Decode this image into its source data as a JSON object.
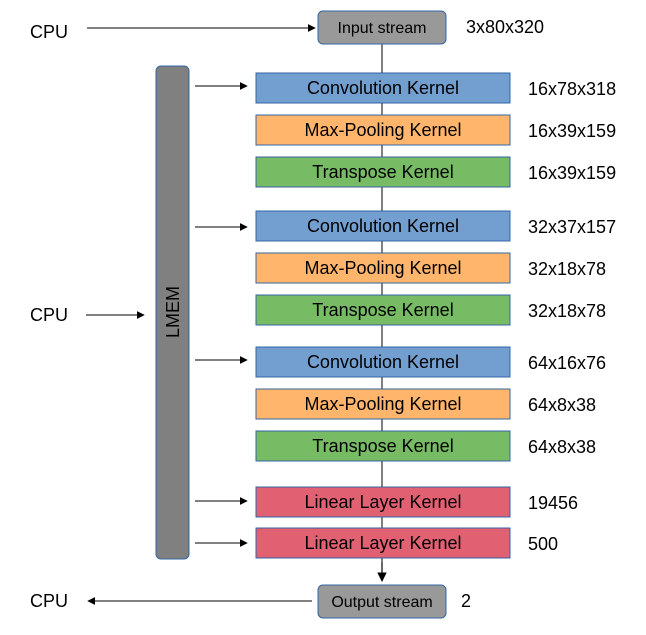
{
  "colors": {
    "convolution": "#729fcf",
    "max_pooling": "#ffb66c",
    "transpose": "#77bc65",
    "linear": "#e16173",
    "stream": "#999999",
    "lmem": "#808080",
    "border": "#3465a4",
    "line": "#000000"
  },
  "cpu_labels": {
    "input": "CPU",
    "lmem": "CPU",
    "output": "CPU"
  },
  "lmem_label": "LMEM",
  "input_stream": {
    "label": "Input stream",
    "dims": "3x80x320"
  },
  "kernels": [
    {
      "label": "Convolution Kernel",
      "dims": "16x78x318",
      "type": "convolution"
    },
    {
      "label": "Max-Pooling Kernel",
      "dims": "16x39x159",
      "type": "max_pooling"
    },
    {
      "label": "Transpose Kernel",
      "dims": "16x39x159",
      "type": "transpose"
    },
    {
      "label": "Convolution Kernel",
      "dims": "32x37x157",
      "type": "convolution"
    },
    {
      "label": "Max-Pooling Kernel",
      "dims": "32x18x78",
      "type": "max_pooling"
    },
    {
      "label": "Transpose Kernel",
      "dims": "32x18x78",
      "type": "transpose"
    },
    {
      "label": "Convolution Kernel",
      "dims": "64x16x76",
      "type": "convolution"
    },
    {
      "label": "Max-Pooling Kernel",
      "dims": "64x8x38",
      "type": "max_pooling"
    },
    {
      "label": "Transpose Kernel",
      "dims": "64x8x38",
      "type": "transpose"
    },
    {
      "label": "Linear Layer Kernel",
      "dims": "19456",
      "type": "linear"
    },
    {
      "label": "Linear Layer Kernel",
      "dims": "500",
      "type": "linear"
    }
  ],
  "output_stream": {
    "label": "Output stream",
    "dims": "2"
  },
  "icons": {
    "arrowhead": "arrow-right-icon"
  }
}
